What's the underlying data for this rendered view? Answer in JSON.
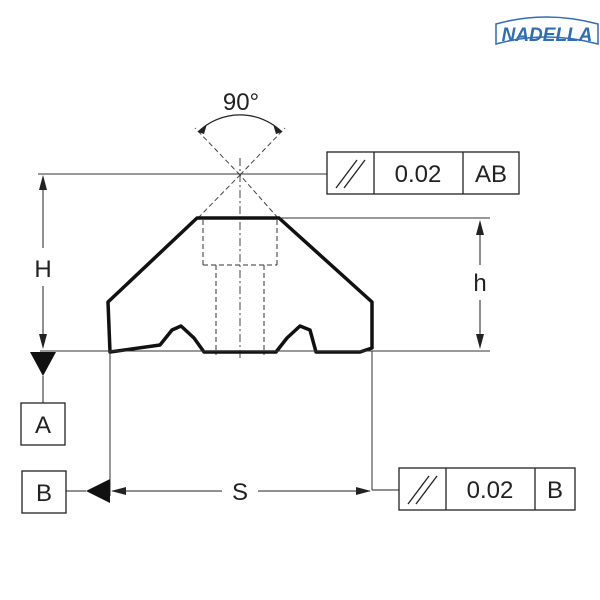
{
  "logo": {
    "text": "NADELLA",
    "color": "#2f6db5"
  },
  "angle_label": "90°",
  "dimensions": {
    "overall_height": "H",
    "partial_height": "h",
    "width": "S"
  },
  "datums": {
    "a": "A",
    "b": "B"
  },
  "tolerance_frames": [
    {
      "symbol": "parallelism",
      "value": "0.02",
      "datum": "AB"
    },
    {
      "symbol": "parallelism",
      "value": "0.02",
      "datum": "B"
    }
  ]
}
